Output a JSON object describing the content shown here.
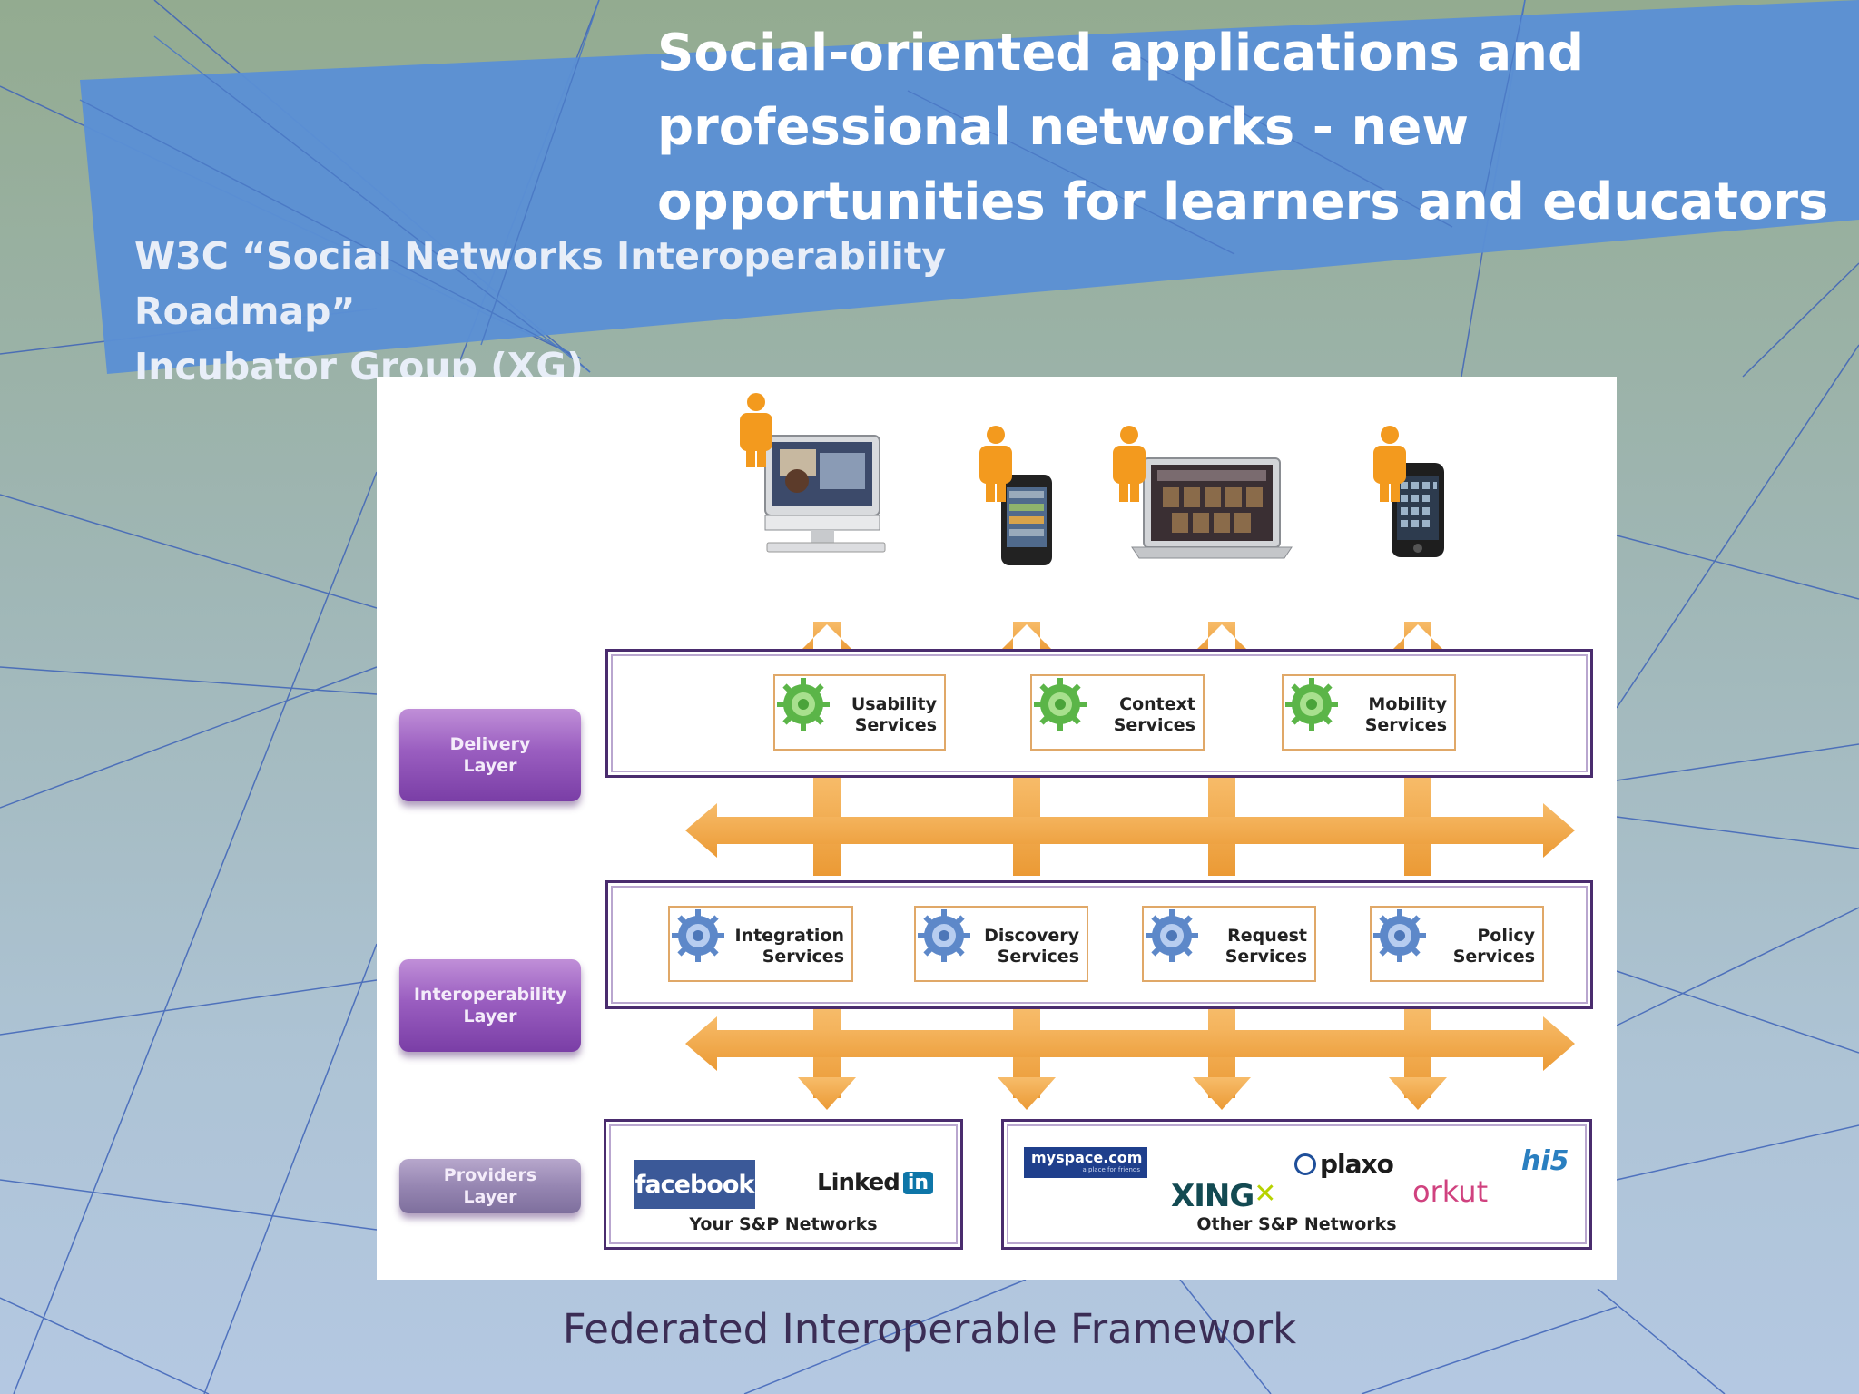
{
  "slide": {
    "title": "Social-oriented applications and professional networks - new opportunities for learners and educators",
    "subtitle_line1": "W3C “Social Networks Interoperability Roadmap”",
    "subtitle_line2": "Incubator Group (XG)",
    "caption": "Federated Interoperable Framework"
  },
  "colors": {
    "band": "#5b8fd4",
    "arrow": "#f3a746",
    "layer_purple": "#9a5ec0",
    "frame": "#4a2c6e",
    "gear_green": "#6cc05a",
    "gear_blue": "#6e98d6"
  },
  "devices": [
    {
      "name": "desktop-imac",
      "icon": "desktop-icon"
    },
    {
      "name": "smartphone",
      "icon": "phone-icon"
    },
    {
      "name": "laptop",
      "icon": "laptop-icon"
    },
    {
      "name": "iphone",
      "icon": "phone-icon"
    }
  ],
  "layers": {
    "delivery": {
      "line1": "Delivery",
      "line2": "Layer"
    },
    "interoperability": {
      "line1": "Interoperability",
      "line2": "Layer"
    },
    "providers": {
      "line1": "Providers",
      "line2": "Layer"
    }
  },
  "delivery_services": [
    {
      "line1": "Usability",
      "line2": "Services"
    },
    {
      "line1": "Context",
      "line2": "Services"
    },
    {
      "line1": "Mobility",
      "line2": "Services"
    }
  ],
  "interop_services": [
    {
      "line1": "Integration",
      "line2": "Services"
    },
    {
      "line1": "Discovery",
      "line2": "Services"
    },
    {
      "line1": "Request",
      "line2": "Services"
    },
    {
      "line1": "Policy",
      "line2": "Services"
    }
  ],
  "providers": {
    "own": {
      "caption": "Your S&P Networks",
      "logos": [
        "facebook",
        "Linked",
        "in"
      ]
    },
    "other": {
      "caption": "Other S&P Networks",
      "logos": [
        "myspace.com",
        "a place for friends",
        "XING",
        "plaxo",
        "orkut",
        "hi5"
      ]
    }
  }
}
